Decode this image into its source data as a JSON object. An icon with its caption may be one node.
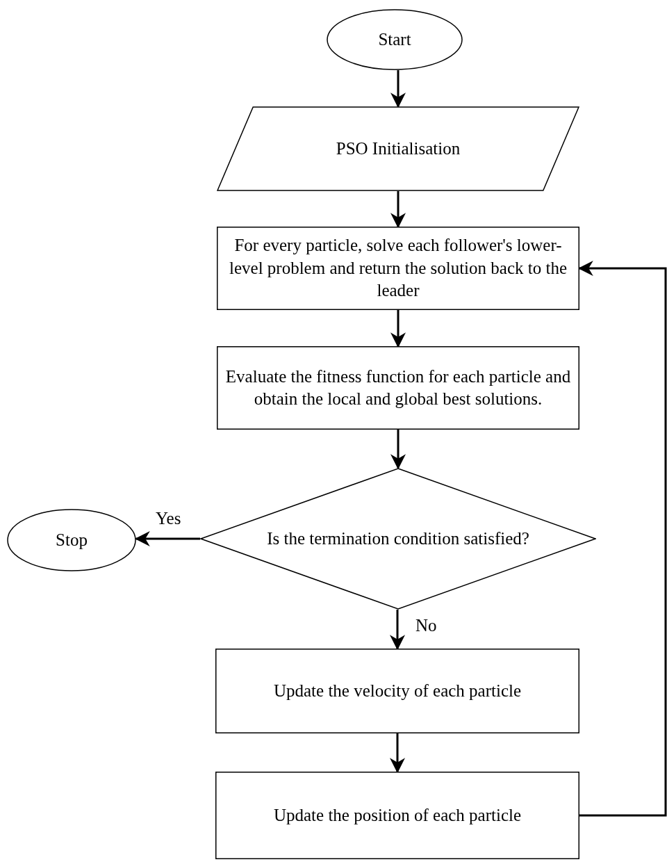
{
  "diagram": {
    "nodes": [
      {
        "text": [
          "Start"
        ]
      },
      {
        "text": [
          "PSO Initialisation"
        ]
      },
      {
        "text": [
          "For every particle, solve each follower's lower-level problem and return the solution back to the leader"
        ]
      },
      {
        "text": [
          "Evaluate the fitness function for each particle and obtain the local and global best solutions."
        ]
      },
      {
        "text": [
          "Is the termination condition satisfied?"
        ]
      },
      {
        "text": [
          "Stop"
        ]
      },
      {
        "text": [
          "Update the velocity of each particle"
        ]
      },
      {
        "text": [
          "Update the position of each particle"
        ]
      }
    ],
    "edges": [
      {
        "from": 0,
        "to": 1,
        "arrow": "to"
      },
      {
        "from": 1,
        "to": 2,
        "arrow": "to"
      },
      {
        "from": 2,
        "to": 3,
        "arrow": "to"
      },
      {
        "from": 3,
        "to": 4,
        "arrow": "to"
      },
      {
        "from": 4,
        "to": 5,
        "arrow": "to",
        "label": "Yes"
      },
      {
        "from": 4,
        "to": 6,
        "arrow": "to",
        "label": "No"
      },
      {
        "from": 6,
        "to": 7,
        "arrow": "to"
      },
      {
        "from": 7,
        "to": 2,
        "arrow": "to"
      }
    ]
  }
}
